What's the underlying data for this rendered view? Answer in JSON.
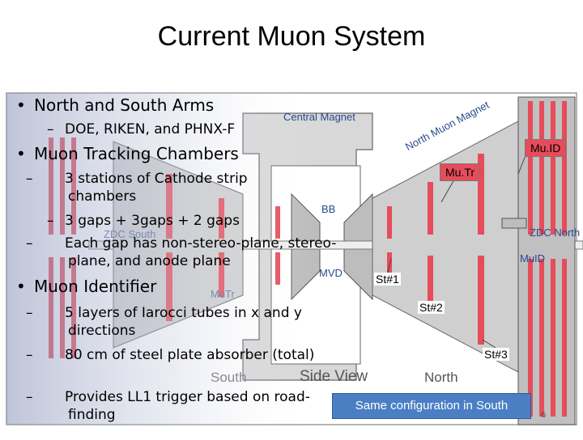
{
  "slide": {
    "title": "Current Muon System",
    "page_number": "6",
    "bullets": [
      {
        "text": "North and South Arms",
        "sub": [
          "DOE, RIKEN, and PHNX-F"
        ]
      },
      {
        "text": "Muon Tracking Chambers",
        "sub": [
          "3 stations of Cathode strip chambers",
          "3 gaps + 3gaps + 2 gaps",
          "Each gap has non-stereo-plane, stereo-plane, and anode plane"
        ]
      },
      {
        "text": "Muon Identifier",
        "sub": [
          "5 layers of Iarocci tubes in x and y directions",
          "80 cm of steel plate absorber (total)",
          "Provides LL1 trigger based on road-finding"
        ]
      }
    ]
  },
  "diagram": {
    "central_magnet": "Central Magnet",
    "north_muon_magnet": "North Muon Magnet",
    "bb": "BB",
    "mvd": "MVD",
    "zdc_north": "ZDC North",
    "zdc_south": "ZDC South",
    "muid_tag": "Mu.ID",
    "mutr_tag": "Mu.Tr",
    "muid_label": "MuID",
    "mutr_label": "MuTr",
    "south": "South",
    "north": "North",
    "side_view": "Side View",
    "st1": "St#1",
    "st2": "St#2",
    "st3": "St#3",
    "same_config": "Same configuration in South"
  },
  "colors": {
    "accent_red": "#e74c5a",
    "detector_blue": "#2a4a8a",
    "highlight": "#4a7fc4"
  }
}
